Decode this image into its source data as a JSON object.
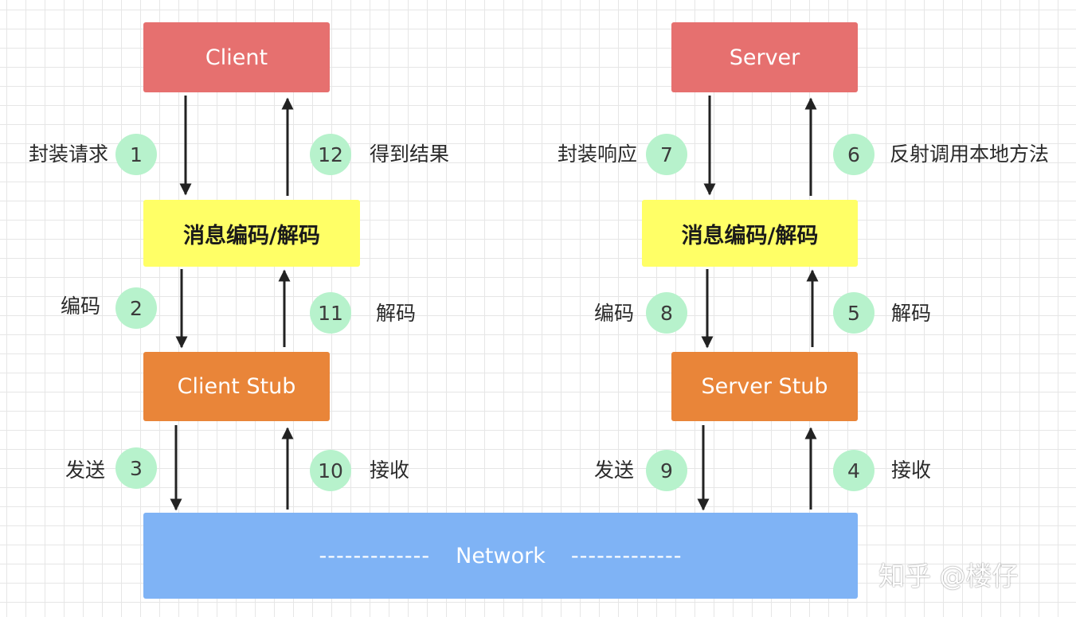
{
  "boxes": {
    "client": "Client",
    "server": "Server",
    "client_codec": "消息编码/解码",
    "server_codec": "消息编码/解码",
    "client_stub": "Client Stub",
    "server_stub": "Server Stub",
    "network": "Network",
    "network_dashes": "-------------"
  },
  "steps": [
    {
      "num": "1",
      "label": "封装请求"
    },
    {
      "num": "2",
      "label": "编码"
    },
    {
      "num": "3",
      "label": "发送"
    },
    {
      "num": "4",
      "label": "接收"
    },
    {
      "num": "5",
      "label": "解码"
    },
    {
      "num": "6",
      "label": "反射调用本地方法"
    },
    {
      "num": "7",
      "label": "封装响应"
    },
    {
      "num": "8",
      "label": "编码"
    },
    {
      "num": "9",
      "label": "发送"
    },
    {
      "num": "10",
      "label": "接收"
    },
    {
      "num": "11",
      "label": "解码"
    },
    {
      "num": "12",
      "label": "得到结果"
    }
  ],
  "watermark": "知乎 @楼仔",
  "colors": {
    "endpoint": "#e6706f",
    "codec": "#ffff66",
    "stub": "#e98539",
    "network": "#7fb3f5",
    "step_circle": "#b7f2cc",
    "arrow": "#222222"
  }
}
